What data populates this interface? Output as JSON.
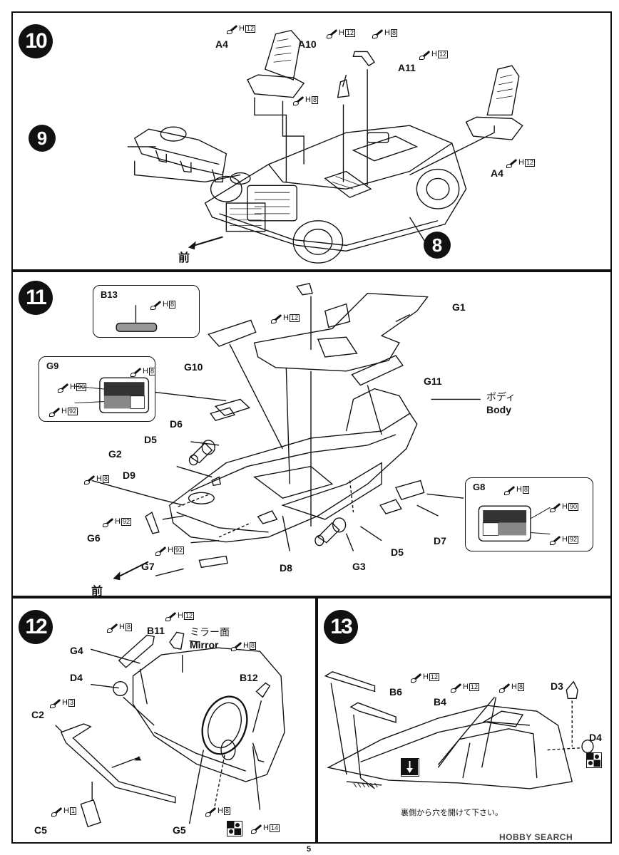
{
  "steps": {
    "s10": {
      "number": "10"
    },
    "s11": {
      "number": "11"
    },
    "s12": {
      "number": "12"
    },
    "s13": {
      "number": "13"
    }
  },
  "sub_steps": {
    "sub9": "9",
    "sub8": "8"
  },
  "front_label": "前",
  "paint": {
    "h1": "H",
    "n12": "12",
    "n8": "8",
    "n90": "90",
    "n92": "92",
    "n3": "3",
    "n1": "1",
    "n14": "14"
  },
  "parts": {
    "A4": "A4",
    "A10": "A10",
    "A11": "A11",
    "B13": "B13",
    "G1": "G1",
    "G9": "G9",
    "G10": "G10",
    "G11": "G11",
    "D6": "D6",
    "D5": "D5",
    "G2": "G2",
    "D9": "D9",
    "G6": "G6",
    "G7": "G7",
    "D8": "D8",
    "G3": "G3",
    "D7": "D7",
    "G8": "G8",
    "B11": "B11",
    "G4": "G4",
    "D4": "D4",
    "B12": "B12",
    "C2": "C2",
    "C5": "C5",
    "G5": "G5",
    "B6": "B6",
    "B4": "B4",
    "D3": "D3"
  },
  "body_label_jp": "ボディ",
  "body_label_en": "Body",
  "mirror_label_jp": "ミラー面",
  "mirror_label_en": "Mirror",
  "note_13": "裏側から穴を開けて下さい。",
  "page_number": "5",
  "watermark": "HOBBY SEARCH"
}
